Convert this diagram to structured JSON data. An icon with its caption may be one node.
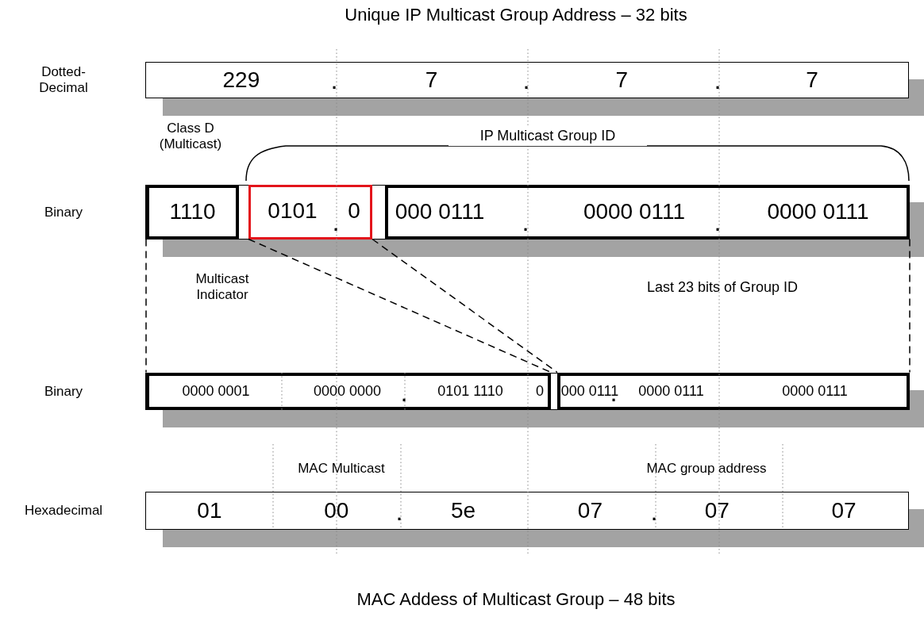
{
  "diagram": {
    "title": "Unique IP Multicast Group Address – 32 bits",
    "caption": "MAC Addess of Multicast Group – 48 bits",
    "nodes": [
      {
        "text": [
          "Dotted-Decimal"
        ]
      },
      {
        "text": [
          "229"
        ],
        "in": 0
      },
      {
        "text": [
          "7"
        ],
        "in": 0
      },
      {
        "text": [
          "7"
        ],
        "in": 0
      },
      {
        "text": [
          "7"
        ],
        "in": 0
      },
      {
        "text": [
          "Binary"
        ]
      },
      {
        "text": [
          "1110"
        ],
        "in": 5
      },
      {
        "text": [
          "0101",
          "0"
        ],
        "in": 5
      },
      {
        "text": [
          "000 0111",
          "0000 0111",
          "0000 0111"
        ],
        "in": 5
      },
      {
        "text": [
          "Binary"
        ]
      },
      {
        "text": [
          "0000 0001",
          "0000 0000",
          "0101 1110",
          "0"
        ],
        "in": 9
      },
      {
        "text": [
          "000 0111",
          "0000 0111",
          "0000 0111"
        ],
        "in": 9
      },
      {
        "text": [
          "Hexadecimal"
        ]
      },
      {
        "text": [
          "01"
        ],
        "in": 12
      },
      {
        "text": [
          "00"
        ],
        "in": 12
      },
      {
        "text": [
          "5e"
        ],
        "in": 12
      },
      {
        "text": [
          "07"
        ],
        "in": 12
      },
      {
        "text": [
          "07"
        ],
        "in": 12
      },
      {
        "text": [
          "07"
        ],
        "in": 12
      }
    ],
    "edges": [
      {
        "from": 6,
        "to": 10,
        "arrow": "none",
        "style": "dashed"
      },
      {
        "from": 7,
        "to": 10,
        "arrow": "none",
        "style": "dashed"
      },
      {
        "from": 7,
        "to": 11,
        "arrow": "none",
        "style": "dashed"
      },
      {
        "from": 8,
        "to": 11,
        "arrow": "none",
        "style": "dashed"
      }
    ],
    "labels": [
      ".",
      ".",
      ".",
      "Class D (Multicast)",
      "IP Multicast Group ID",
      ".",
      ".",
      ".",
      "Multicast Indicator",
      "Last 23 bits of Group ID",
      ".",
      ".",
      "MAC Multicast",
      "MAC group address",
      ".",
      "."
    ]
  }
}
